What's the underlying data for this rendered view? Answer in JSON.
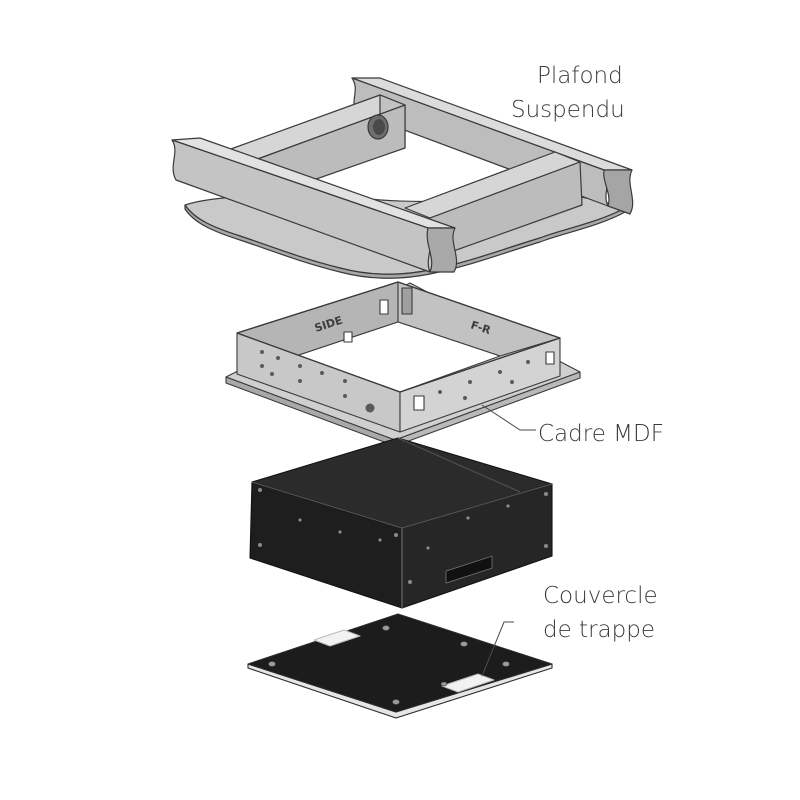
{
  "labels": {
    "ceiling_line1": "Plafond",
    "ceiling_line2": "Suspendu",
    "frame": "Cadre MDF",
    "cover_line1": "Couvercle",
    "cover_line2": "de trappe"
  },
  "frame_markings": {
    "side": "SIDE",
    "front": "F-R"
  },
  "colors": {
    "gray_light": "#d9d9d9",
    "gray_mid": "#b9b9b9",
    "gray_dark": "#9a9a9a",
    "box_dark": "#1f1f1f",
    "box_top": "#2c2c2c",
    "outline": "#3a3a3a"
  }
}
